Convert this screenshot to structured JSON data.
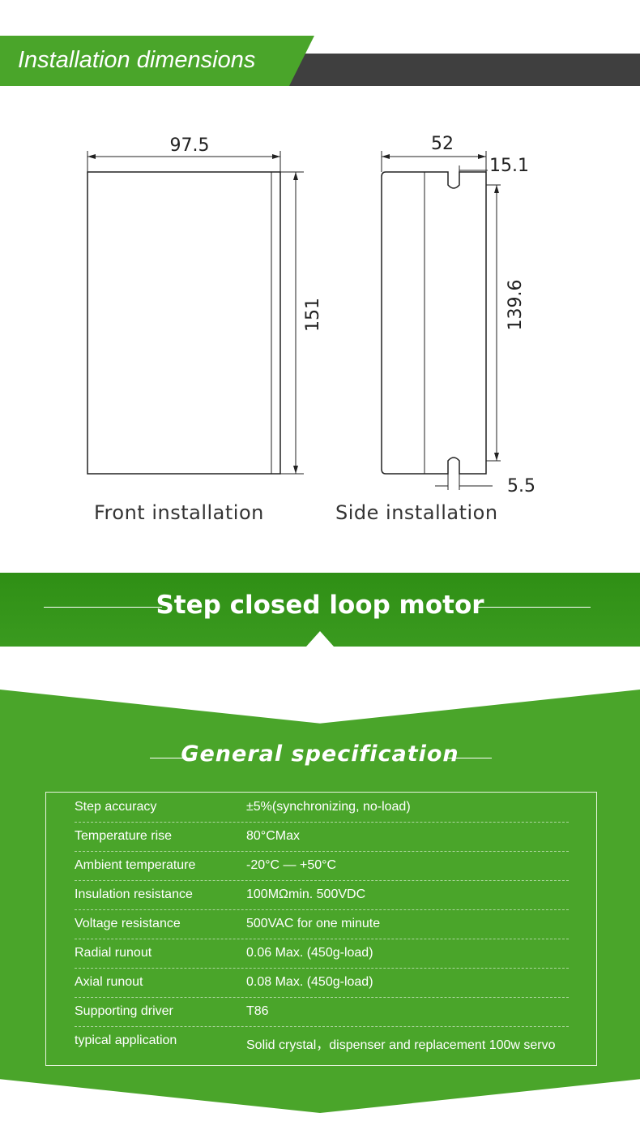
{
  "header": {
    "title": "Installation dimensions"
  },
  "front": {
    "width_label": "97.5",
    "height_label": "151",
    "caption": "Front installation"
  },
  "side": {
    "width_label": "52",
    "slot_label": "15.1",
    "height_label": "139.6",
    "bottom_label": "5.5",
    "caption": "Side installation"
  },
  "banner": {
    "title": "Step closed loop motor"
  },
  "specs": {
    "title": "General specification",
    "rows": [
      {
        "label": "Step accuracy",
        "value": "±5%(synchronizing, no-load)"
      },
      {
        "label": "Temperature rise",
        "value": "80°CMax"
      },
      {
        "label": "Ambient temperature",
        "value": "-20°C — +50°C"
      },
      {
        "label": "Insulation resistance",
        "value": "100MΩmin. 500VDC"
      },
      {
        "label": "Voltage resistance",
        "value": "500VAC for one minute"
      },
      {
        "label": "Radial runout",
        "value": "0.06 Max. (450g-load)"
      },
      {
        "label": "Axial runout",
        "value": "0.08 Max. (450g-load)"
      },
      {
        "label": "Supporting driver",
        "value": "T86"
      },
      {
        "label": "typical application",
        "value": "Solid crystal，dispenser and replacement 100w servo"
      }
    ]
  },
  "colors": {
    "green": "#4aa52a",
    "dark_green": "#2f8f15",
    "header_dark": "#3f3f3f"
  }
}
